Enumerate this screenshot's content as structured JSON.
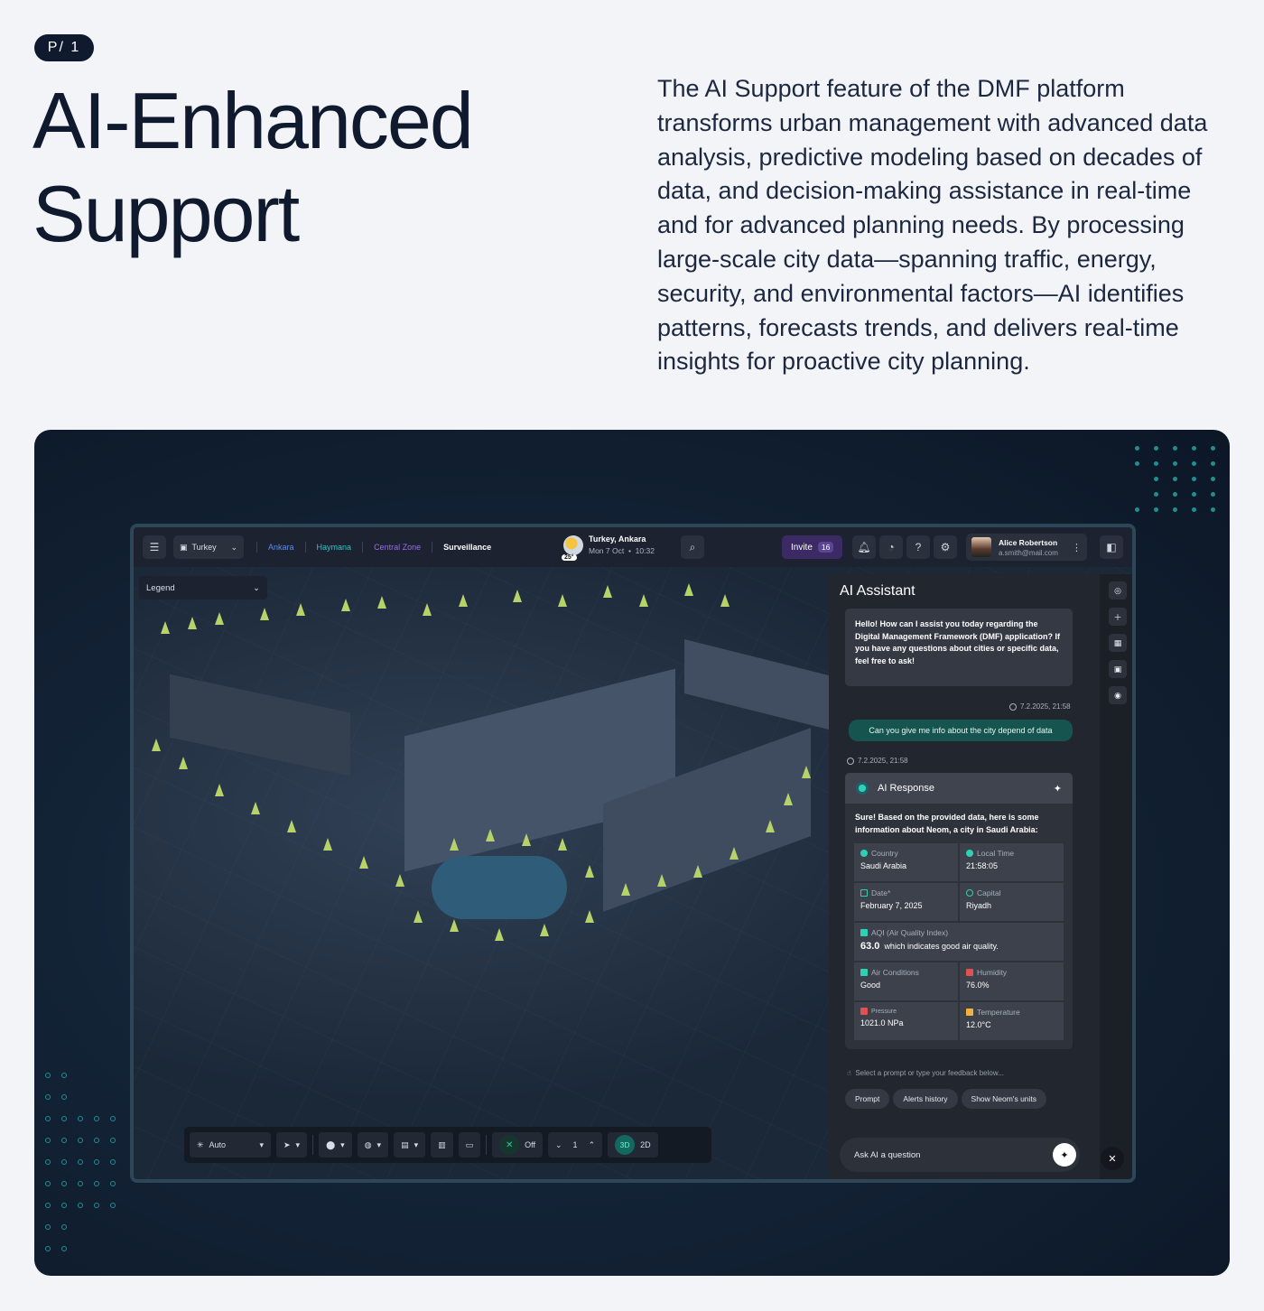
{
  "hero": {
    "tag": "P/ 1",
    "title": "AI-Enhanced Support",
    "description": "The AI Support feature of the DMF platform transforms urban management with advanced data analysis, predictive modeling based on decades of data, and decision-making assistance in real-time and for advanced planning needs. By processing large-scale city data—spanning traffic, energy, security, and environmental factors—AI identifies patterns, forecasts trends, and delivers real-time insights for proactive city planning."
  },
  "topbar": {
    "country": "Turkey",
    "breadcrumbs": [
      "Ankara",
      "Haymana",
      "Central Zone",
      "Surveillance"
    ],
    "weather": {
      "location": "Turkey, Ankara",
      "date": "Mon 7 Oct",
      "time": "10:32",
      "temp": "25°"
    },
    "invite_label": "Invite",
    "invite_count": "16",
    "user": {
      "name": "Alice Robertson",
      "email": "a.smith@mail.com"
    }
  },
  "map": {
    "legend_label": "Legend",
    "toolbar": {
      "mode": "Auto",
      "toggle_state": "Off",
      "level": "1",
      "view_3d": "3D",
      "view_2d": "2D"
    }
  },
  "assistant": {
    "title": "AI Assistant",
    "greeting": "Hello! How can I assist you today regarding the Digital Management Framework (DMF) application? If you have any questions about cities or specific data, feel free to ask!",
    "user_timestamp": "7.2.2025, 21:58",
    "user_message": "Can you give me info about the city depend of data",
    "ai_timestamp": "7.2.2025, 21:58",
    "response_title": "AI Response",
    "response_intro": "Sure! Based on the provided data, here is some information about Neom, a city in Saudi Arabia:",
    "info": {
      "country_label": "Country",
      "country_value": "Saudi Arabia",
      "time_label": "Local Time",
      "time_value": "21:58:05",
      "date_label": "Date*",
      "date_value": "February 7, 2025",
      "capital_label": "Capital",
      "capital_value": "Riyadh",
      "aqi_label": "AQI (Air Quality Index)",
      "aqi_value": "63.0",
      "aqi_note": "which indicates good air quality.",
      "air_label": "Air Conditions",
      "air_value": "Good",
      "humidity_label": "Humidity",
      "humidity_value": "76.0%",
      "pressure_label": "Pressure",
      "pressure_value": "1021.0 NPa",
      "temperature_label": "Temperature",
      "temperature_value": "12.0°C"
    },
    "prompt_hint": "Select a prompt or type your feedback below...",
    "chips": [
      "Prompt",
      "Alerts history",
      "Show Neom's units"
    ],
    "input_placeholder": "Ask AI a question"
  },
  "colors": {
    "accent_teal": "#16544f",
    "dark_navy": "#0f1a2e",
    "invite_purple": "#3b2a63"
  }
}
